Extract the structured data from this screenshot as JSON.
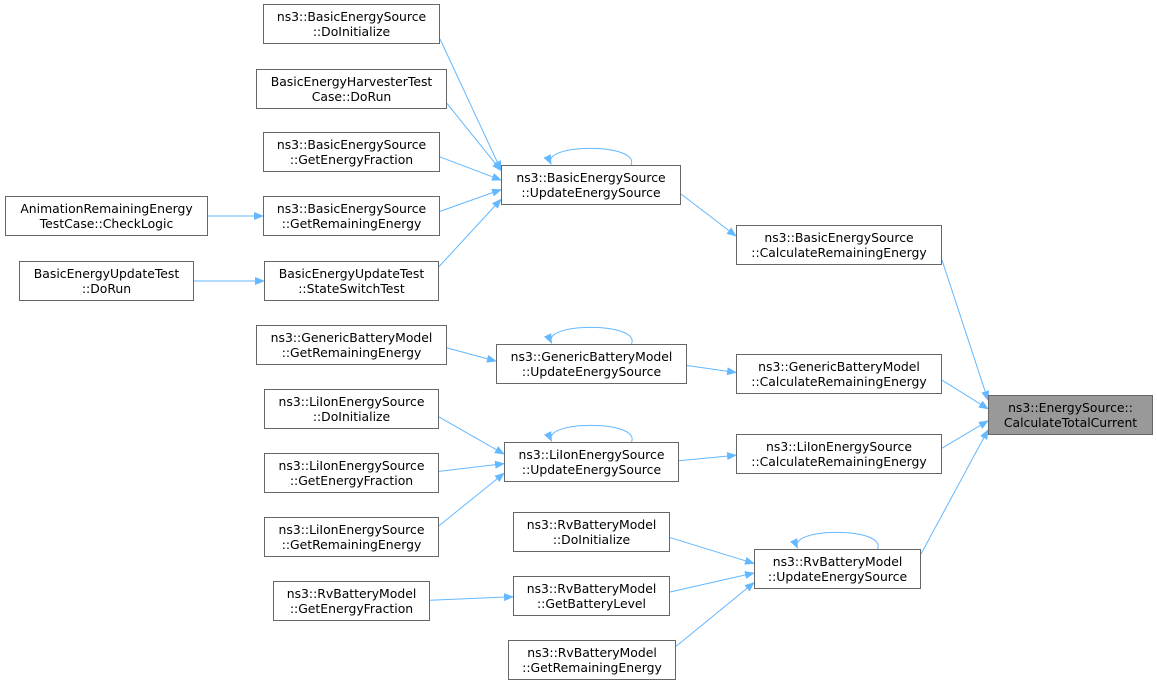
{
  "colors": {
    "edge": "#63b8ff",
    "node_border": "#666666",
    "root_fill": "#999999"
  },
  "nodes": {
    "root": {
      "line1": "ns3::EnergySource::",
      "line2": "CalculateTotalCurrent"
    },
    "bes_calc": {
      "line1": "ns3::BasicEnergySource",
      "line2": "::CalculateRemainingEnergy"
    },
    "gbm_calc": {
      "line1": "ns3::GenericBatteryModel",
      "line2": "::CalculateRemainingEnergy"
    },
    "li_calc": {
      "line1": "ns3::LiIonEnergySource",
      "line2": "::CalculateRemainingEnergy"
    },
    "rv_update": {
      "line1": "ns3::RvBatteryModel",
      "line2": "::UpdateEnergySource"
    },
    "bes_update": {
      "line1": "ns3::BasicEnergySource",
      "line2": "::UpdateEnergySource"
    },
    "gbm_update": {
      "line1": "ns3::GenericBatteryModel",
      "line2": "::UpdateEnergySource"
    },
    "li_update": {
      "line1": "ns3::LiIonEnergySource",
      "line2": "::UpdateEnergySource"
    },
    "bes_init": {
      "line1": "ns3::BasicEnergySource",
      "line2": "::DoInitialize"
    },
    "beh_run": {
      "line1": "BasicEnergyHarvesterTest",
      "line2": "Case::DoRun"
    },
    "bes_frac": {
      "line1": "ns3::BasicEnergySource",
      "line2": "::GetEnergyFraction"
    },
    "bes_rem": {
      "line1": "ns3::BasicEnergySource",
      "line2": "::GetRemainingEnergy"
    },
    "beu_switch": {
      "line1": "BasicEnergyUpdateTest",
      "line2": "::StateSwitchTest"
    },
    "anim_check": {
      "line1": "AnimationRemainingEnergy",
      "line2": "TestCase::CheckLogic"
    },
    "beu_run": {
      "line1": "BasicEnergyUpdateTest",
      "line2": "::DoRun"
    },
    "gbm_rem": {
      "line1": "ns3::GenericBatteryModel",
      "line2": "::GetRemainingEnergy"
    },
    "li_init": {
      "line1": "ns3::LiIonEnergySource",
      "line2": "::DoInitialize"
    },
    "li_frac": {
      "line1": "ns3::LiIonEnergySource",
      "line2": "::GetEnergyFraction"
    },
    "li_rem": {
      "line1": "ns3::LiIonEnergySource",
      "line2": "::GetRemainingEnergy"
    },
    "rv_init": {
      "line1": "ns3::RvBatteryModel",
      "line2": "::DoInitialize"
    },
    "rv_level": {
      "line1": "ns3::RvBatteryModel",
      "line2": "::GetBatteryLevel"
    },
    "rv_frac": {
      "line1": "ns3::RvBatteryModel",
      "line2": "::GetEnergyFraction"
    },
    "rv_rem": {
      "line1": "ns3::RvBatteryModel",
      "line2": "::GetRemainingEnergy"
    }
  },
  "edges": [
    [
      "bes_calc",
      "root"
    ],
    [
      "gbm_calc",
      "root"
    ],
    [
      "li_calc",
      "root"
    ],
    [
      "rv_update",
      "root"
    ],
    [
      "bes_update",
      "bes_calc"
    ],
    [
      "gbm_update",
      "gbm_calc"
    ],
    [
      "li_update",
      "li_calc"
    ],
    [
      "bes_init",
      "bes_update"
    ],
    [
      "beh_run",
      "bes_update"
    ],
    [
      "bes_frac",
      "bes_update"
    ],
    [
      "bes_rem",
      "bes_update"
    ],
    [
      "beu_switch",
      "bes_update"
    ],
    [
      "anim_check",
      "bes_rem"
    ],
    [
      "beu_run",
      "beu_switch"
    ],
    [
      "gbm_rem",
      "gbm_update"
    ],
    [
      "li_init",
      "li_update"
    ],
    [
      "li_frac",
      "li_update"
    ],
    [
      "li_rem",
      "li_update"
    ],
    [
      "rv_init",
      "rv_update"
    ],
    [
      "rv_level",
      "rv_update"
    ],
    [
      "rv_rem",
      "rv_update"
    ],
    [
      "rv_frac",
      "rv_level"
    ],
    [
      "bes_update",
      "bes_update"
    ],
    [
      "gbm_update",
      "gbm_update"
    ],
    [
      "li_update",
      "li_update"
    ],
    [
      "rv_update",
      "rv_update"
    ]
  ]
}
